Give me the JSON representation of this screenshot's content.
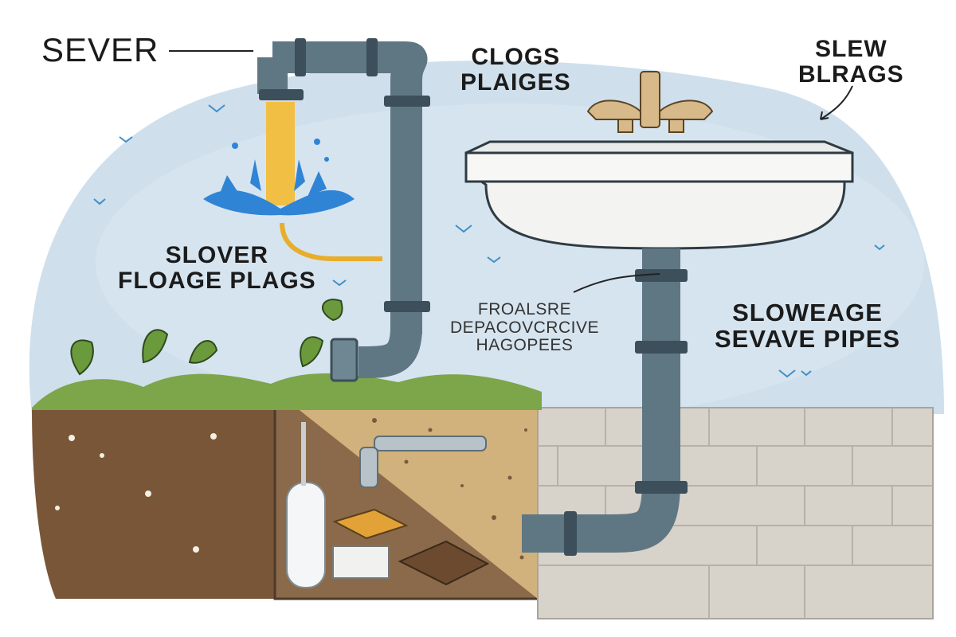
{
  "labels": {
    "sever": "SEVER",
    "clogs_line1": "CLOGS",
    "clogs_line2": "PLAIGES",
    "slew_line1": "SLEW",
    "slew_line2": "BLRAGS",
    "slover_line1": "SLOVER",
    "slover_line2": "FLOAGE PLAGS",
    "froalsre_line1": "FROALSRE",
    "froalsre_line2": "DEPACOVCRCIVE",
    "froalsre_line3": "HAGOPEES",
    "sloweage_line1": "SLOWEAGE",
    "sloweage_line2": "SEVAVE PIPES"
  },
  "colors": {
    "sky": "#cfdfec",
    "pipe": "#5f7783",
    "pipe_dark": "#3c4f5a",
    "water": "#f2bf45",
    "soil": "#7a5638",
    "sand": "#d1b27d",
    "grass": "#7da54a",
    "brick": "#d7d3cb",
    "splash": "#2f84d6"
  }
}
